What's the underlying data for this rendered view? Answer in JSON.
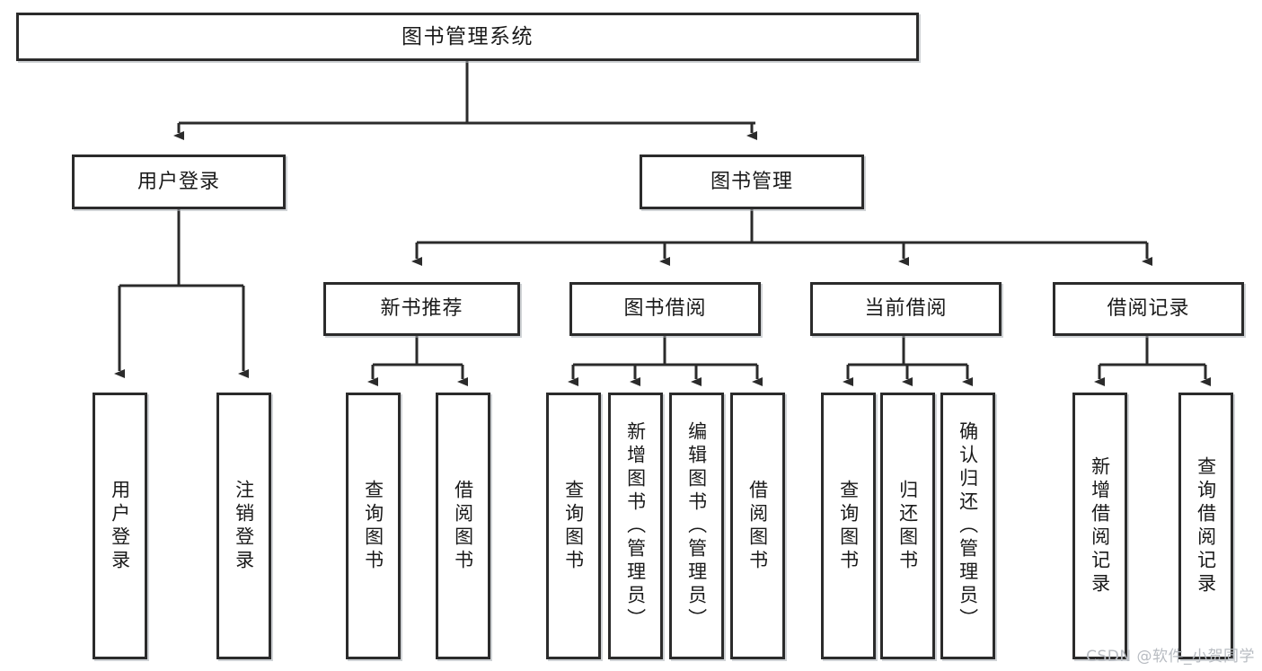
{
  "diagram": {
    "title": "图书管理系统",
    "type": "tree",
    "watermark": "CSDN @软件_小贺同学",
    "line_color": "#2b2b2b",
    "box_fill": "#ffffff",
    "text_color": "#1a1a1a",
    "watermark_color": "#b8bcc2"
  },
  "nodes": {
    "root": {
      "label": "图书管理系统",
      "level": 1
    },
    "level2": [
      {
        "id": "user-login",
        "label": "用户登录"
      },
      {
        "id": "book-manage",
        "label": "图书管理"
      }
    ],
    "level3": [
      {
        "id": "new-book-recommend",
        "label": "新书推荐",
        "parent": "book-manage"
      },
      {
        "id": "book-borrow",
        "label": "图书借阅",
        "parent": "book-manage"
      },
      {
        "id": "current-borrow",
        "label": "当前借阅",
        "parent": "book-manage"
      },
      {
        "id": "borrow-record",
        "label": "借阅记录",
        "parent": "book-manage"
      }
    ],
    "leaves": [
      {
        "id": "leaf-user-login",
        "label": "用户登录",
        "parent": "user-login"
      },
      {
        "id": "leaf-logout-login",
        "label": "注销登录",
        "parent": "user-login"
      },
      {
        "id": "leaf-query-book-1",
        "label": "查询图书",
        "parent": "new-book-recommend"
      },
      {
        "id": "leaf-borrow-book-1",
        "label": "借阅图书",
        "parent": "new-book-recommend"
      },
      {
        "id": "leaf-query-book-2",
        "label": "查询图书",
        "parent": "book-borrow"
      },
      {
        "id": "leaf-add-book",
        "label": "新增图书（管理员）",
        "parent": "book-borrow"
      },
      {
        "id": "leaf-edit-book",
        "label": "编辑图书（管理员）",
        "parent": "book-borrow"
      },
      {
        "id": "leaf-borrow-book-2",
        "label": "借阅图书",
        "parent": "book-borrow"
      },
      {
        "id": "leaf-query-book-3",
        "label": "查询图书",
        "parent": "current-borrow"
      },
      {
        "id": "leaf-return-book",
        "label": "归还图书",
        "parent": "current-borrow"
      },
      {
        "id": "leaf-confirm-return",
        "label": "确认归还（管理员）",
        "parent": "current-borrow"
      },
      {
        "id": "leaf-add-record",
        "label": "新增借阅记录",
        "parent": "borrow-record"
      },
      {
        "id": "leaf-query-record",
        "label": "查询借阅记录",
        "parent": "borrow-record"
      }
    ]
  }
}
